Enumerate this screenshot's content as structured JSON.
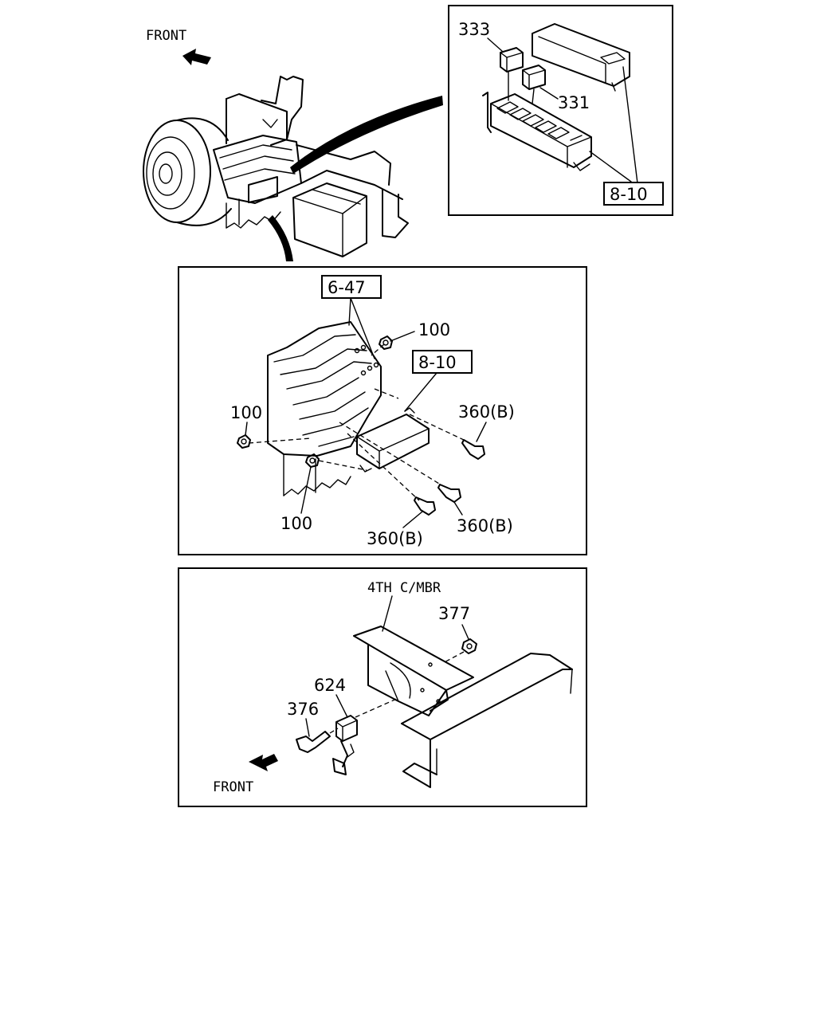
{
  "labels": {
    "front_top": "FRONT",
    "front_bottom": "FRONT",
    "p333": "333",
    "p331": "331",
    "ref_8_10_top": "8-10",
    "ref_6_47": "6-47",
    "ref_8_10_mid": "8-10",
    "p100_a": "100",
    "p100_b": "100",
    "p100_c": "100",
    "p360_a": "360(B)",
    "p360_b": "360(B)",
    "p360_c": "360(B)",
    "crossmember": "4TH C/MBR",
    "p377": "377",
    "p624": "624",
    "p376": "376"
  }
}
